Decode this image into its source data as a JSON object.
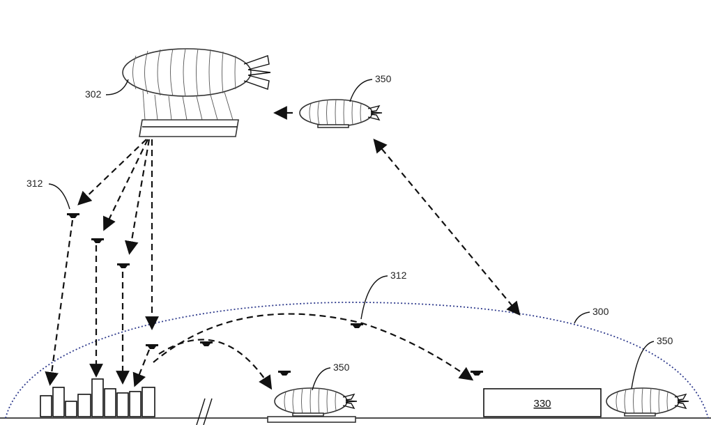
{
  "labels": {
    "airship_main": "302",
    "airship_shuttle_top": "350",
    "uav_left": "312",
    "uav_right": "312",
    "coverage_area": "300",
    "shuttle_ground_center": "350",
    "shuttle_ground_right": "350",
    "facility": "330"
  },
  "colors": {
    "line": "#111111",
    "coverage_boundary": "#2e3a8c"
  }
}
